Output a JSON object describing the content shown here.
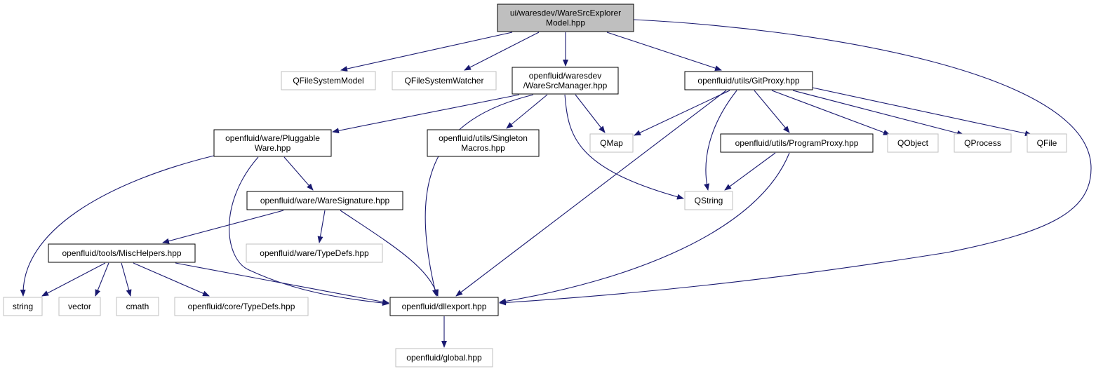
{
  "colors": {
    "edge": "#191970",
    "root_fill": "#bfbfbf",
    "node_border": "#000000",
    "external_border": "#bfbfbf",
    "text": "#000000"
  },
  "nodes": [
    {
      "id": "root",
      "lines": [
        "ui/waresdev/WareSrcExplorer",
        "Model.hpp"
      ],
      "kind": "root"
    },
    {
      "id": "qfsmodel",
      "lines": [
        "QFileSystemModel"
      ],
      "kind": "external"
    },
    {
      "id": "qfswatcher",
      "lines": [
        "QFileSystemWatcher"
      ],
      "kind": "external"
    },
    {
      "id": "wsmanager",
      "lines": [
        "openfluid/waresdev",
        "/WareSrcManager.hpp"
      ],
      "kind": "internal"
    },
    {
      "id": "gitproxy",
      "lines": [
        "openfluid/utils/GitProxy.hpp"
      ],
      "kind": "internal"
    },
    {
      "id": "pluggable",
      "lines": [
        "openfluid/ware/Pluggable",
        "Ware.hpp"
      ],
      "kind": "internal"
    },
    {
      "id": "singleton",
      "lines": [
        "openfluid/utils/Singleton",
        "Macros.hpp"
      ],
      "kind": "internal"
    },
    {
      "id": "qmap",
      "lines": [
        "QMap"
      ],
      "kind": "external"
    },
    {
      "id": "programproxy",
      "lines": [
        "openfluid/utils/ProgramProxy.hpp"
      ],
      "kind": "internal"
    },
    {
      "id": "qobject",
      "lines": [
        "QObject"
      ],
      "kind": "external"
    },
    {
      "id": "qprocess",
      "lines": [
        "QProcess"
      ],
      "kind": "external"
    },
    {
      "id": "qfile",
      "lines": [
        "QFile"
      ],
      "kind": "external"
    },
    {
      "id": "qstring",
      "lines": [
        "QString"
      ],
      "kind": "external"
    },
    {
      "id": "waresig",
      "lines": [
        "openfluid/ware/WareSignature.hpp"
      ],
      "kind": "internal"
    },
    {
      "id": "misc",
      "lines": [
        "openfluid/tools/MiscHelpers.hpp"
      ],
      "kind": "internal"
    },
    {
      "id": "waretypedefs",
      "lines": [
        "openfluid/ware/TypeDefs.hpp"
      ],
      "kind": "external"
    },
    {
      "id": "string",
      "lines": [
        "string"
      ],
      "kind": "external"
    },
    {
      "id": "vector",
      "lines": [
        "vector"
      ],
      "kind": "external"
    },
    {
      "id": "cmath",
      "lines": [
        "cmath"
      ],
      "kind": "external"
    },
    {
      "id": "coretypedefs",
      "lines": [
        "openfluid/core/TypeDefs.hpp"
      ],
      "kind": "external"
    },
    {
      "id": "dllexport",
      "lines": [
        "openfluid/dllexport.hpp"
      ],
      "kind": "internal"
    },
    {
      "id": "global",
      "lines": [
        "openfluid/global.hpp"
      ],
      "kind": "external"
    }
  ],
  "edges": [
    {
      "from": "root",
      "to": "qfsmodel"
    },
    {
      "from": "root",
      "to": "qfswatcher"
    },
    {
      "from": "root",
      "to": "wsmanager"
    },
    {
      "from": "root",
      "to": "gitproxy"
    },
    {
      "from": "root",
      "to": "dllexport"
    },
    {
      "from": "wsmanager",
      "to": "pluggable"
    },
    {
      "from": "wsmanager",
      "to": "singleton"
    },
    {
      "from": "wsmanager",
      "to": "qmap"
    },
    {
      "from": "wsmanager",
      "to": "qstring"
    },
    {
      "from": "wsmanager",
      "to": "dllexport"
    },
    {
      "from": "gitproxy",
      "to": "qmap"
    },
    {
      "from": "gitproxy",
      "to": "qstring"
    },
    {
      "from": "gitproxy",
      "to": "programproxy"
    },
    {
      "from": "gitproxy",
      "to": "qobject"
    },
    {
      "from": "gitproxy",
      "to": "qprocess"
    },
    {
      "from": "gitproxy",
      "to": "qfile"
    },
    {
      "from": "gitproxy",
      "to": "dllexport"
    },
    {
      "from": "programproxy",
      "to": "qstring"
    },
    {
      "from": "programproxy",
      "to": "dllexport"
    },
    {
      "from": "pluggable",
      "to": "string"
    },
    {
      "from": "pluggable",
      "to": "waresig"
    },
    {
      "from": "pluggable",
      "to": "dllexport"
    },
    {
      "from": "waresig",
      "to": "misc"
    },
    {
      "from": "waresig",
      "to": "waretypedefs"
    },
    {
      "from": "waresig",
      "to": "dllexport"
    },
    {
      "from": "misc",
      "to": "string"
    },
    {
      "from": "misc",
      "to": "vector"
    },
    {
      "from": "misc",
      "to": "cmath"
    },
    {
      "from": "misc",
      "to": "coretypedefs"
    },
    {
      "from": "misc",
      "to": "dllexport"
    },
    {
      "from": "dllexport",
      "to": "global"
    }
  ]
}
